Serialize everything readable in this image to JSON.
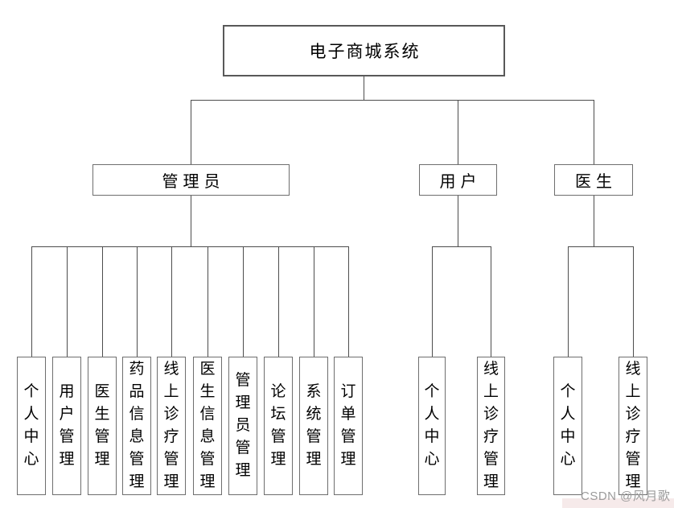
{
  "diagram": {
    "title": "电子商城系统",
    "root": {
      "label": "电子商城系统"
    },
    "branches": [
      {
        "label": "管理员",
        "children": [
          "个人中心",
          "用户管理",
          "医生管理",
          "药品信息管理",
          "线上诊疗管理",
          "医生信息管理",
          "管理员管理",
          "论坛管理",
          "系统管理",
          "订单管理"
        ]
      },
      {
        "label": "用户",
        "children": [
          "个人中心",
          "线上诊疗管理"
        ]
      },
      {
        "label": "医生",
        "children": [
          "个人中心",
          "线上诊疗管理"
        ]
      }
    ]
  },
  "watermark": {
    "text": "CSDN @风月歌"
  },
  "colors": {
    "background": "#ffffff",
    "box_border": "#6e6e6e",
    "root_border": "#595959",
    "connector_line": "#4d4d4d",
    "text": "#000000",
    "watermark_text": "#9b9b9b",
    "watermark_band": "#f6eaea"
  }
}
